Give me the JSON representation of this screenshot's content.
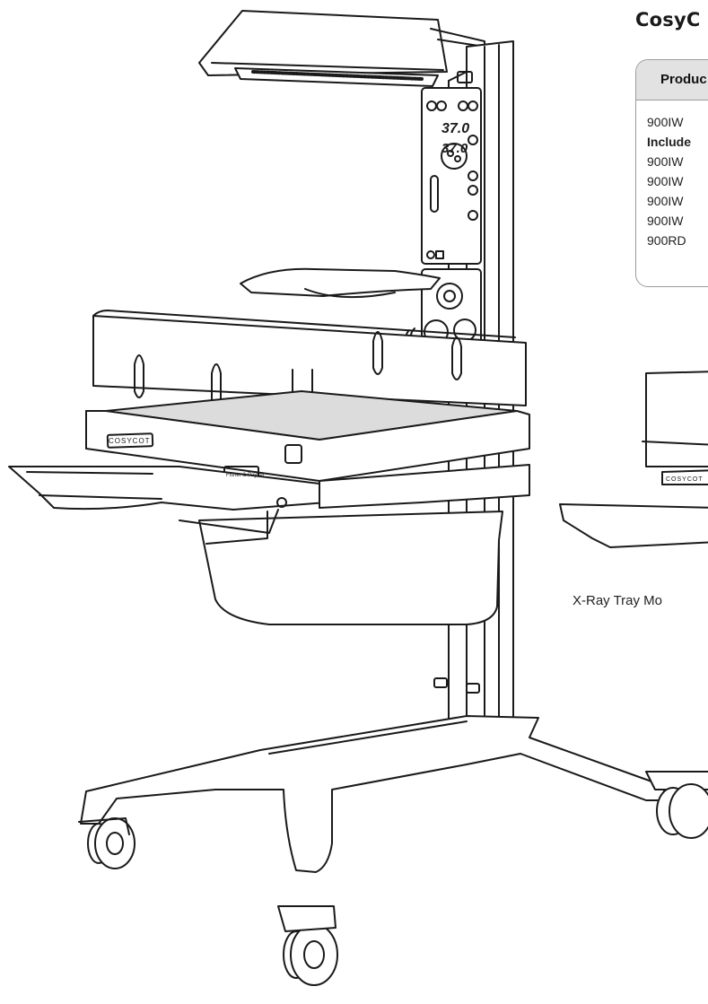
{
  "page": {
    "title": "CosyC"
  },
  "product_table": {
    "header": "Produc",
    "rows": [
      {
        "text": "900IW",
        "bold": false
      },
      {
        "text": "Include",
        "bold": true
      },
      {
        "text": "900IW",
        "bold": false
      },
      {
        "text": "900IW",
        "bold": false
      },
      {
        "text": "900IW",
        "bold": false
      },
      {
        "text": "900IW",
        "bold": false
      },
      {
        "text": "900RD",
        "bold": false
      }
    ]
  },
  "illustration": {
    "brand_label": "COSYCOT",
    "side_label": "Fisher & Paykel",
    "display_set_temp": "37.0",
    "display_actual_temp": "37.0",
    "secondary_brand_label": "COSYCOT"
  },
  "caption": "X-Ray Tray Mo",
  "colors": {
    "line": "#1a1a1a",
    "mattress": "#dcdcdc",
    "table_header": "#e2e2e2",
    "table_border": "#9a9a9a"
  }
}
